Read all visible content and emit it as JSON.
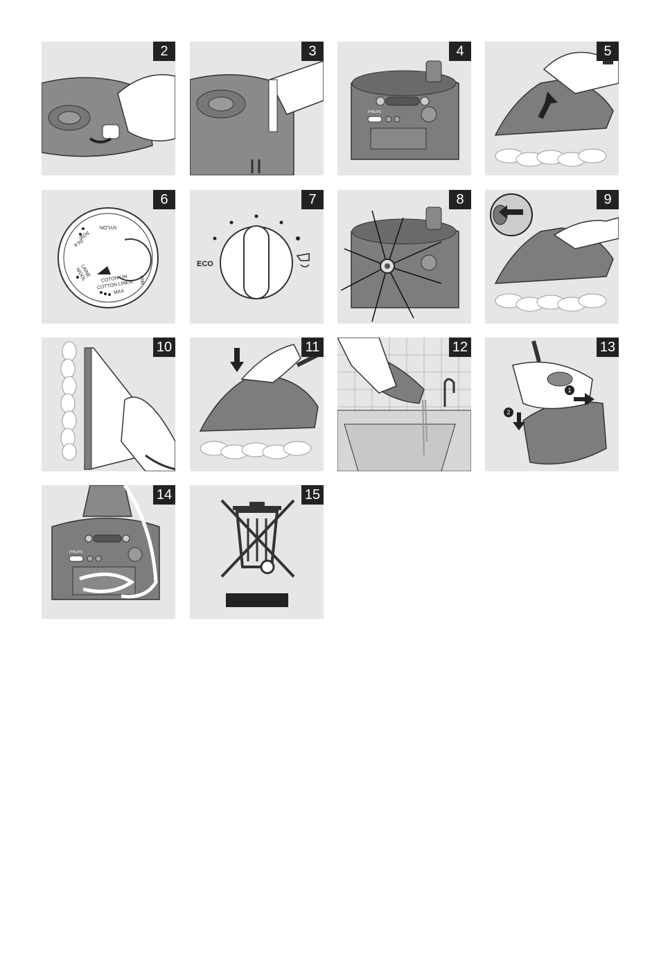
{
  "panels": [
    {
      "num": "2"
    },
    {
      "num": "3"
    },
    {
      "num": "4"
    },
    {
      "num": "5"
    },
    {
      "num": "6"
    },
    {
      "num": "7"
    },
    {
      "num": "8"
    },
    {
      "num": "9"
    },
    {
      "num": "10"
    },
    {
      "num": "11"
    },
    {
      "num": "12"
    },
    {
      "num": "13"
    },
    {
      "num": "14"
    },
    {
      "num": "15"
    }
  ],
  "dial6": {
    "nylon_rot": "NYLON",
    "soie_rot": "SOIE",
    "silk_rot": "SILK",
    "laine": "LAINE",
    "wool": "WOOL",
    "cotton_lin": "COTON LIN",
    "cotton_linen": "COTTON LINEN",
    "max": "MAX",
    "min": "MIN"
  },
  "dial7": {
    "eco": "ECO"
  },
  "brand": "PHILIPS",
  "step13": {
    "marker1": "1",
    "marker2": "2"
  },
  "colors": {
    "panel_bg": "#e6e6e6",
    "number_bg": "#222222",
    "illustration": "#6d6d6d"
  }
}
